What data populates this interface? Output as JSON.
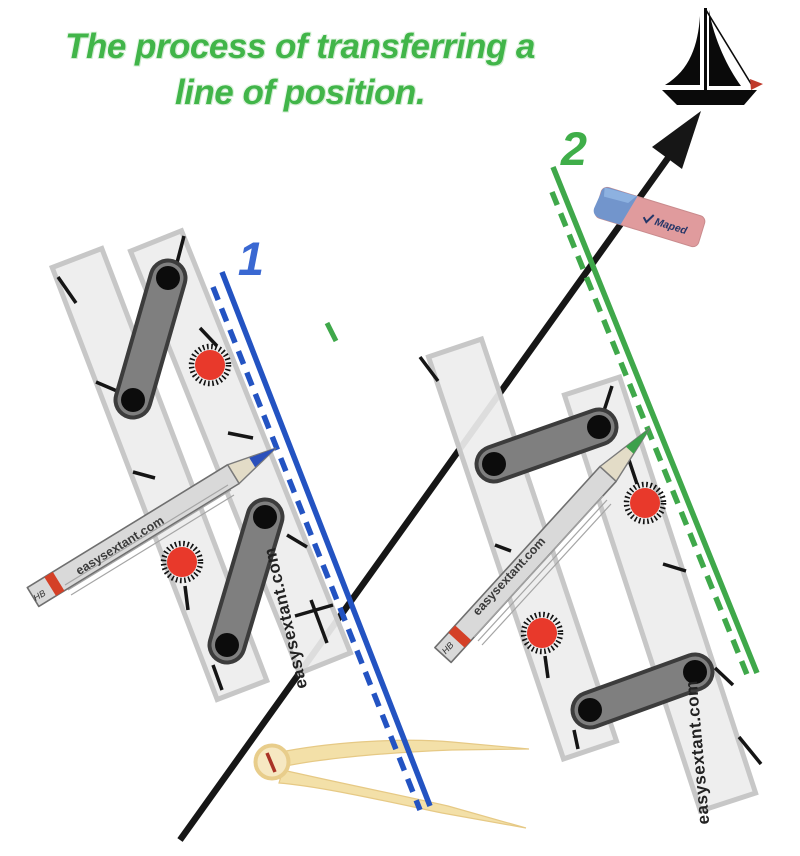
{
  "title": {
    "line1": "The process of transferring a",
    "line2": "line of position."
  },
  "labels": {
    "lop_1": "1",
    "lop_2": "2"
  },
  "branding": {
    "website": "easysextant.com",
    "pencil_grade": "HB",
    "eraser_brand": "Maped"
  },
  "icons": {
    "sailboat": "sailboat-icon",
    "course_arrow": "course-arrow-icon",
    "parallel_ruler_left": "parallel-ruler-icon",
    "parallel_ruler_right": "parallel-ruler-icon",
    "pencil": "pencil-icon",
    "eraser": "eraser-icon",
    "dividers": "divider-compass-icon"
  },
  "colors": {
    "title_green": "#41b549",
    "lop1_blue": "#2353c2",
    "lop1_label_blue": "#3a68d2",
    "lop2_green": "#3fa84a",
    "course_line_black": "#161616",
    "ruler_grey": "#ededed",
    "linkage_grey": "#7f7f7f",
    "knob_red": "#e8392b",
    "pencil_tip_blue": "#2b50bb",
    "pencil_tip_green": "#3da04b",
    "pencil_band_red": "#d44027",
    "eraser_blue": "#7295cc",
    "eraser_pink": "#e09b9d",
    "divider_tan": "#f3e0a8"
  }
}
